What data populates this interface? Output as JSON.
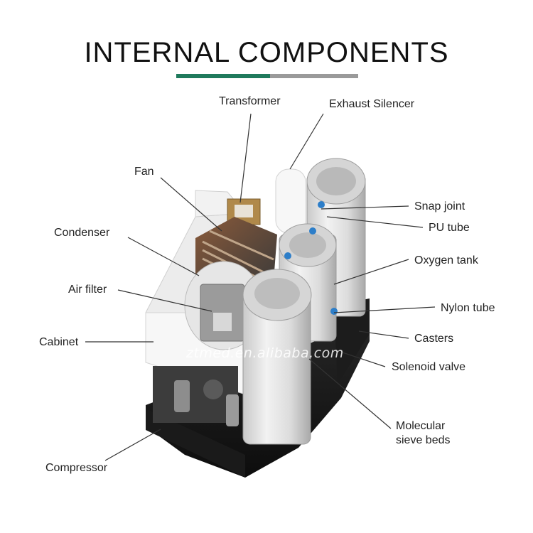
{
  "title": "INTERNAL COMPONENTS",
  "watermark": "ztmed.en.alibaba.com",
  "labels": {
    "transformer": "Transformer",
    "exhaust_silencer": "Exhaust Silencer",
    "fan": "Fan",
    "condenser": "Condenser",
    "air_filter": "Air filter",
    "cabinet": "Cabinet",
    "compressor": "Compressor",
    "snap_joint": "Snap joint",
    "pu_tube": "PU tube",
    "oxygen_tank": "Oxygen tank",
    "nylon_tube": "Nylon tube",
    "casters": "Casters",
    "solenoid_valve": "Solenoid valve",
    "molecular_sieve_beds_line1": "Molecular",
    "molecular_sieve_beds_line2": "sieve beds"
  },
  "colors": {
    "accent_green": "#1f7a5c",
    "accent_gray": "#9a9a9a"
  }
}
